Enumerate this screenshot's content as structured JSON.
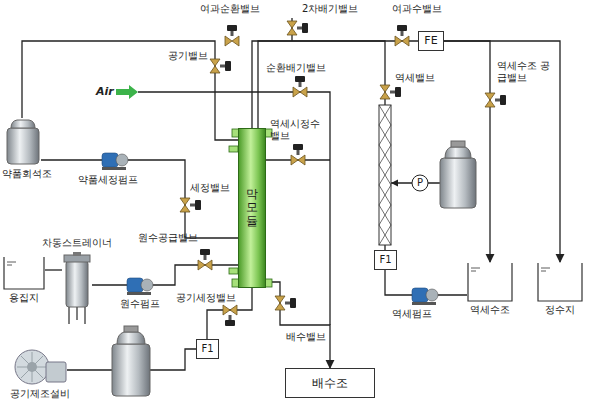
{
  "diagram": {
    "nodes": [
      {
        "text": [
          "약품회석조"
        ]
      },
      {
        "text": [
          "막모듈"
        ]
      },
      {
        "text": [
          "FE"
        ]
      },
      {
        "text": [
          "용집지"
        ]
      },
      {
        "text": [
          "차동스트레이너"
        ]
      },
      {
        "text": [
          "F1"
        ]
      },
      {
        "text": [
          "역세수조"
        ]
      },
      {
        "text": [
          "정수지"
        ]
      },
      {
        "text": [
          "F1"
        ]
      },
      {
        "text": [
          "배수조"
        ]
      },
      {
        "text": [
          "공기제조설비"
        ]
      }
    ],
    "edges": [
      {
        "from": 0,
        "to": 1,
        "arrow": "none"
      },
      {
        "from": 0,
        "to": 1,
        "arrow": "none"
      },
      {
        "from": 1,
        "to": 2,
        "arrow": "none"
      },
      {
        "from": 2,
        "to": 7,
        "arrow": "to"
      },
      {
        "from": 2,
        "to": 6,
        "arrow": "to"
      },
      {
        "from": 3,
        "to": 4,
        "arrow": "none"
      },
      {
        "from": 4,
        "to": 1,
        "arrow": "none"
      },
      {
        "from": 10,
        "to": 8,
        "arrow": "none"
      },
      {
        "from": 8,
        "to": 1,
        "arrow": "none"
      },
      {
        "from": 1,
        "to": 9,
        "arrow": "to"
      },
      {
        "from": 6,
        "to": 5,
        "arrow": "none"
      },
      {
        "from": 5,
        "to": 1,
        "arrow": "none"
      }
    ],
    "labels": [
      "Air",
      "여과순환밸브",
      "2차배기밸브",
      "여과수밸브",
      "공기밸브",
      "순환배기밸브",
      "역세밸브",
      "역세수조 공급밸브",
      "역세시정수 밸브",
      "세정밸브",
      "약품세정펌프",
      "원수공급밸브",
      "원수펌프",
      "공기세정밸브",
      "배수밸브",
      "역세펌프",
      "P"
    ]
  }
}
